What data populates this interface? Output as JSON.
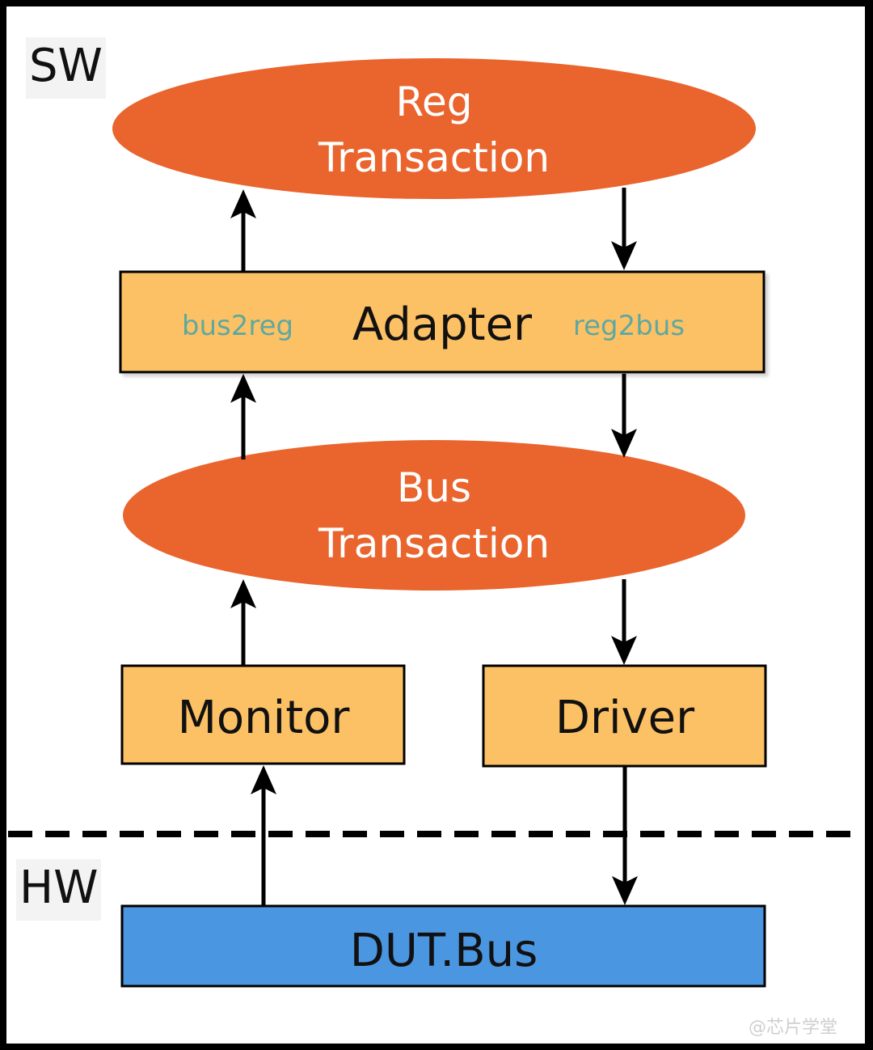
{
  "zones": {
    "sw_label": "SW",
    "hw_label": "HW"
  },
  "nodes": {
    "reg_transaction": {
      "line1": "Reg",
      "line2": "Transaction"
    },
    "adapter": {
      "label": "Adapter",
      "left_func": "bus2reg",
      "right_func": "reg2bus"
    },
    "bus_transaction": {
      "line1": "Bus",
      "line2": "Transaction"
    },
    "monitor": {
      "label": "Monitor"
    },
    "driver": {
      "label": "Driver"
    },
    "dut_bus": {
      "label": "DUT.Bus"
    }
  },
  "watermark": "@芯片学堂",
  "colors": {
    "transaction_fill": "#ea642d",
    "component_fill": "#fdc165",
    "dut_fill": "#4b96e1",
    "func_text": "#5fa8a0",
    "arrow": "#000000"
  }
}
